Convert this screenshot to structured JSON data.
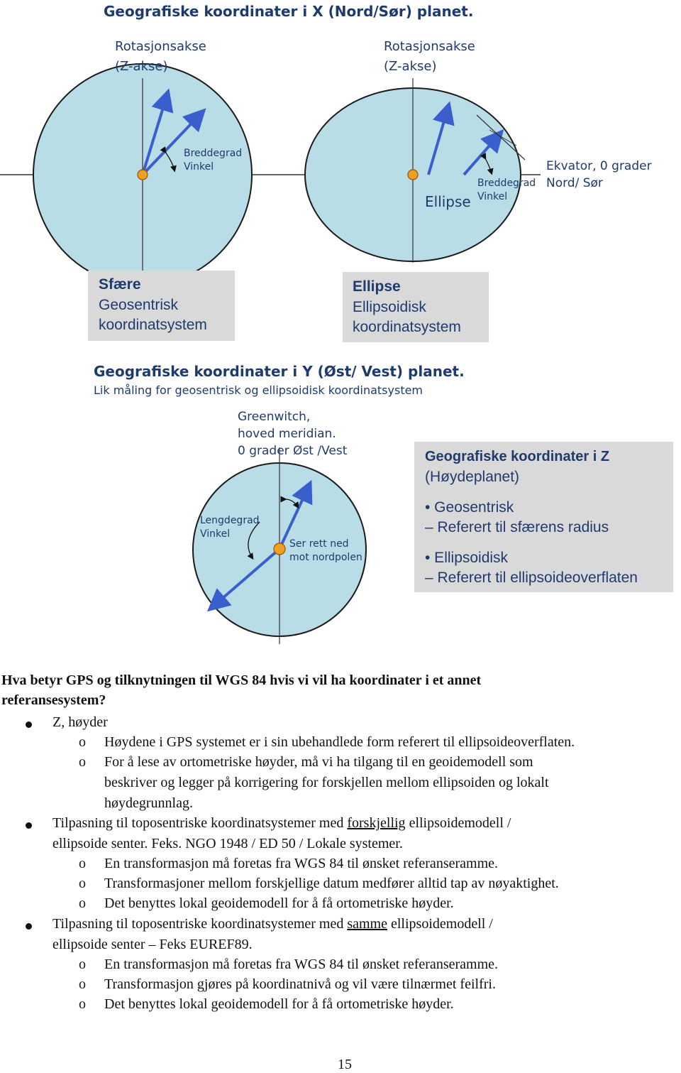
{
  "figure": {
    "x_title": "Geografiske koordinater i X  (Nord/Sør) planet.",
    "axis_left": [
      "Rotasjonsakse",
      "(Z-akse)"
    ],
    "axis_right": [
      "Rotasjonsakse",
      "(Z-akse)"
    ],
    "sphere_angle": [
      "Breddegrad",
      "Vinkel"
    ],
    "ellipse_angle": [
      "Breddegrad",
      "Vinkel"
    ],
    "ellipse_label": "Ellipse",
    "equator": [
      "Ekvator, 0 grader",
      "Nord/ Sør"
    ],
    "box_sphere": {
      "title": "Sfære",
      "lines": [
        "Geosentrisk",
        "koordinatsystem"
      ]
    },
    "box_ellipse": {
      "title": "Ellipse",
      "lines": [
        "Ellipsoidisk",
        "koordinatsystem"
      ]
    },
    "y_title": "Geografiske koordinater i Y (Øst/ Vest) planet.",
    "y_subtitle": "Lik måling for geosentrisk og ellipsoidisk koordinatsystem",
    "greenwich": [
      "Greenwitch,",
      "hoved meridian.",
      "0 grader Øst /Vest"
    ],
    "lengdegrad": [
      "Lengdegrad",
      "Vinkel"
    ],
    "north_pole": [
      "Ser rett ned",
      "mot nordpolen"
    ],
    "z_box": {
      "title": "Geografiske koordinater i Z",
      "subtitle": "(Høydeplanet)",
      "item1": "• Geosentrisk",
      "item1_sub": "– Referert til sfærens radius",
      "item2": "• Ellipsoidisk",
      "item2_sub": "– Referert til ellipsoideoverflaten"
    },
    "colors": {
      "fill": "#b9dde6",
      "arrow": "#3a5fcd",
      "center": "#f0a020",
      "box": "#d9d9d9",
      "text": "#1f3b6e"
    }
  },
  "document": {
    "heading_1": "Hva betyr GPS og tilknytningen til WGS 84 hvis vi vil ha koordinater i et annet",
    "heading_2": "referansesystem?",
    "b1": "Z, høyder",
    "b1_s1": "Høydene i GPS systemet er i sin ubehandlede form referert til ellipsoideoverflaten.",
    "b1_s2_l1": "For å lese av ortometriske høyder, må vi ha tilgang til en geoidemodell som",
    "b1_s2_l2": "beskriver og legger på korrigering for forskjellen mellom ellipsoiden og lokalt",
    "b1_s2_l3": "høydegrunnlag.",
    "b2_pre": "Tilpasning til toposentriske koordinatsystemer med ",
    "b2_u": "forskjellig",
    "b2_post": " ellipsoidemodell /",
    "b2_l2": "ellipsoide senter. Feks. NGO 1948 / ED 50 / Lokale systemer.",
    "b2_s1": "En transformasjon må foretas fra WGS 84 til ønsket referanseramme.",
    "b2_s2": "Transformasjoner mellom forskjellige datum medfører alltid tap av nøyaktighet.",
    "b2_s3": "Det benyttes lokal geoidemodell for å få ortometriske høyder.",
    "b3_pre": "Tilpasning til toposentriske koordinatsystemer med ",
    "b3_u": "samme",
    "b3_post": " ellipsoidemodell /",
    "b3_l2": "ellipsoide senter – Feks EUREF89.",
    "b3_s1": "En transformasjon må foretas fra WGS 84 til ønsket referanseramme.",
    "b3_s2": "Transformasjon gjøres på koordinatnivå og vil være tilnærmet feilfri.",
    "b3_s3": "Det benyttes lokal geoidemodell for å få ortometriske høyder.",
    "sub_marker": "o",
    "page_number": "15"
  }
}
